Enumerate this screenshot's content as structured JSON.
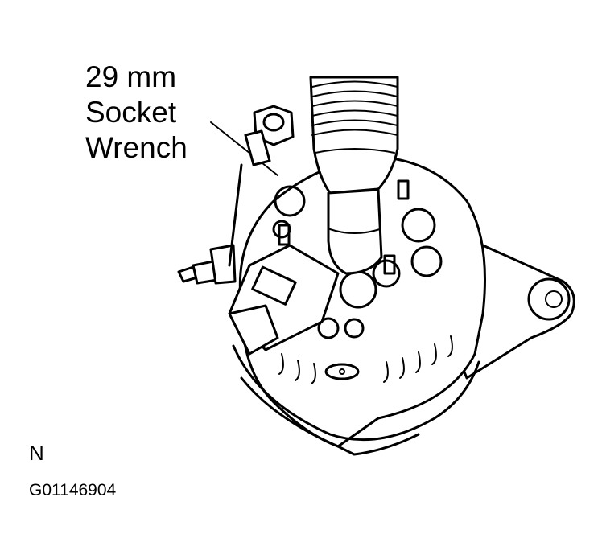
{
  "diagram": {
    "callout_label": {
      "line1": "29 mm",
      "line2": "Socket",
      "line3": "Wrench"
    },
    "view_letter": "N",
    "figure_id": "G01146904",
    "subject": "alternator-with-socket-wrench",
    "colors": {
      "line": "#000000",
      "background": "#ffffff"
    }
  }
}
